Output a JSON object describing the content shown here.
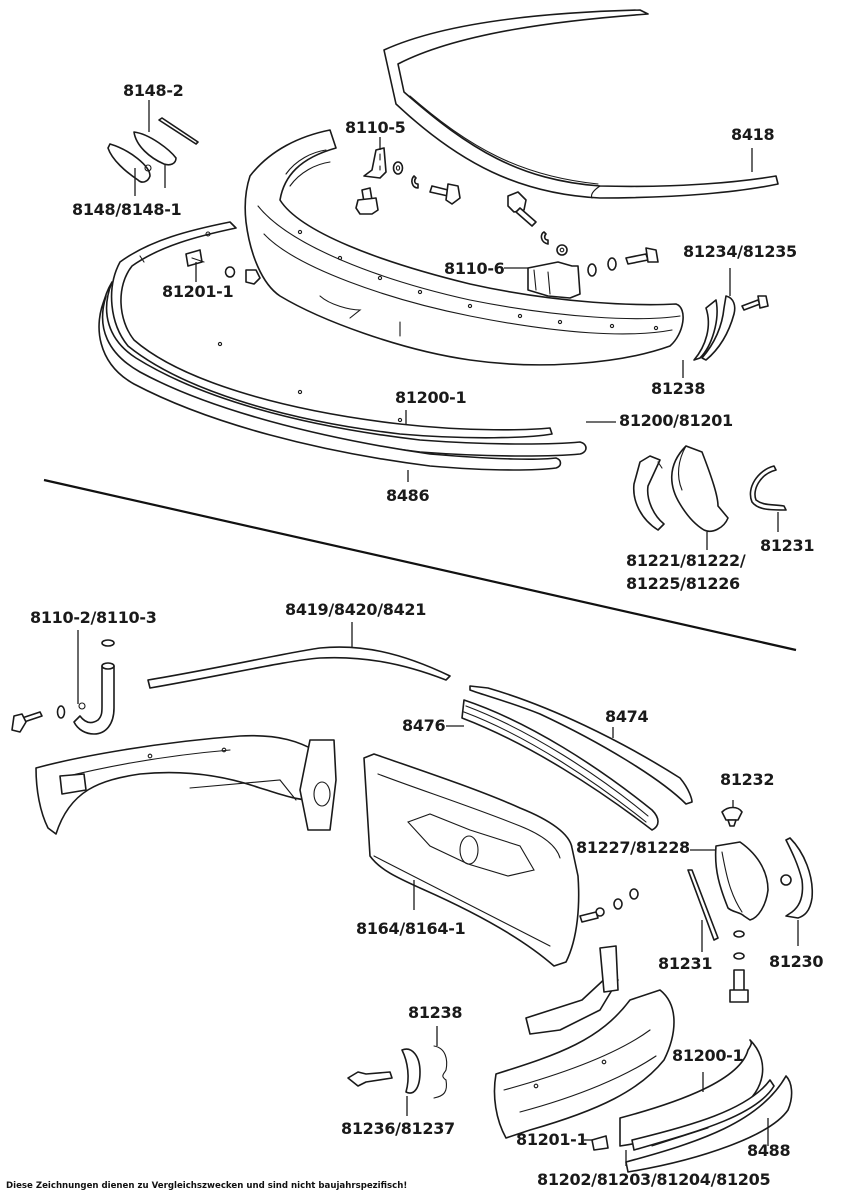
{
  "diagram": {
    "title": "Bumper exploded parts diagram",
    "upper_assembly": {
      "labels": [
        {
          "id": "8148-2",
          "text": "8148-2"
        },
        {
          "id": "8148-8148-1",
          "text": "8148/8148-1"
        },
        {
          "id": "8110-5",
          "text": "8110-5"
        },
        {
          "id": "8418",
          "text": "8418"
        },
        {
          "id": "81201-1-top",
          "text": "81201-1"
        },
        {
          "id": "8110-6",
          "text": "8110-6"
        },
        {
          "id": "81234-81235",
          "text": "81234/81235"
        },
        {
          "id": "81238-top",
          "text": "81238"
        },
        {
          "id": "81200-1-top",
          "text": "81200-1"
        },
        {
          "id": "81200-81201",
          "text": "81200/81201"
        },
        {
          "id": "8486",
          "text": "8486"
        },
        {
          "id": "81221-line1",
          "text": "81221/81222/"
        },
        {
          "id": "81221-line2",
          "text": "81225/81226"
        },
        {
          "id": "81231-top",
          "text": "81231"
        }
      ]
    },
    "lower_assembly": {
      "labels": [
        {
          "id": "8110-2-8110-3",
          "text": "8110-2/8110-3"
        },
        {
          "id": "8419-8420-8421",
          "text": "8419/8420/8421"
        },
        {
          "id": "8476",
          "text": "8476"
        },
        {
          "id": "8474",
          "text": "8474"
        },
        {
          "id": "81232",
          "text": "81232"
        },
        {
          "id": "81227-81228",
          "text": "81227/81228"
        },
        {
          "id": "8164-8164-1",
          "text": "8164/8164-1"
        },
        {
          "id": "81231-bottom",
          "text": "81231"
        },
        {
          "id": "81230",
          "text": "81230"
        },
        {
          "id": "81238-bottom",
          "text": "81238"
        },
        {
          "id": "81236-81237",
          "text": "81236/81237"
        },
        {
          "id": "81200-1-bottom",
          "text": "81200-1"
        },
        {
          "id": "81201-1-bottom",
          "text": "81201-1"
        },
        {
          "id": "8488",
          "text": "8488"
        },
        {
          "id": "81202-81205",
          "text": "81202/81203/81204/81205"
        }
      ]
    },
    "footer_note": "Diese Zeichnungen dienen zu Vergleichszwecken und sind nicht baujahrspezifisch!"
  }
}
